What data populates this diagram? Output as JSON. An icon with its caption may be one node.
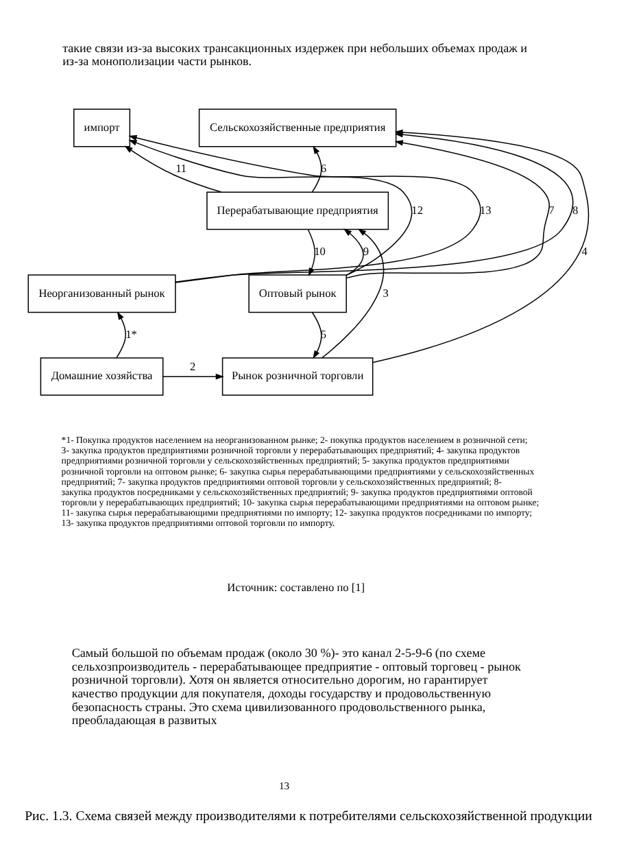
{
  "diagram": {
    "caption": "Рис. 1.3. Схема связей между производителями к потребителями сельскохозяйственной продукции",
    "nodes": [
      {
        "text": [
          "Сельскохозяйственные предприятия"
        ]
      },
      {
        "text": [
          "импорт"
        ]
      },
      {
        "text": [
          "Перерабатывающие предприятия"
        ]
      },
      {
        "text": [
          "Оптовый рынок"
        ]
      },
      {
        "text": [
          "Неорганизованный рынок"
        ]
      },
      {
        "text": [
          "Рынок розничной торговли"
        ]
      },
      {
        "text": [
          "Домашние хозяйства"
        ]
      }
    ],
    "edges": [
      {
        "from": 6,
        "to": 4,
        "arrow": "to",
        "label": "1*"
      },
      {
        "from": 6,
        "to": 5,
        "arrow": "to",
        "label": "2"
      },
      {
        "from": 5,
        "to": 2,
        "arrow": "to",
        "label": "3"
      },
      {
        "from": 5,
        "to": 0,
        "arrow": "to",
        "label": "4"
      },
      {
        "from": 3,
        "to": 5,
        "arrow": "to",
        "label": "5"
      },
      {
        "from": 2,
        "to": 0,
        "arrow": "to",
        "label": "6"
      },
      {
        "from": 3,
        "to": 0,
        "arrow": "to",
        "label": "7"
      },
      {
        "from": 4,
        "to": 0,
        "arrow": "to",
        "label": "8"
      },
      {
        "from": 3,
        "to": 2,
        "arrow": "to",
        "label": "9"
      },
      {
        "from": 2,
        "to": 3,
        "arrow": "to",
        "label": "10"
      },
      {
        "from": 2,
        "to": 1,
        "arrow": "to",
        "label": "11"
      },
      {
        "from": 3,
        "to": 1,
        "arrow": "to",
        "label": "12"
      },
      {
        "from": 4,
        "to": 1,
        "arrow": "to",
        "label": "13"
      }
    ],
    "labels": [
      "такие связи из-за высоких трансакционных издержек при небольших объемах продаж и из-за монополизации части рынков.",
      "*1- Покупка продуктов населением на неорганизованном рынке; 2- покупка продуктов населением в розничной сети; 3- закупка продуктов предприятиями розничной торговли у перерабатывающих предприятий; 4- закупка продуктов предприятиями розничной торговли у сельскохозяйственных предприятий; 5- закупка продуктов предприятиями розничной торговли на оптовом рынке; 6- закупка сырья перерабатывающими предприятиями у сельскохозяйственных предприятий; 7- закупка продуктов предприятиями оптовой торговли у сельскохозяйственных предприятий; 8- закупка продуктов посредниками у сельскохозяйственных предприятий; 9- закупка продуктов предприятиями оптовой торговли у перерабатывающих предприятий; 10- закупка сырья перерабатывающими предприятиями на оптовом рынке; 11- закупка сырья перерабатывающими предприятиями по импорту; 12- закупка продуктов посредниками по импорту; 13- закупка продуктов предприятиями оптовой торговли по импорту.",
      "Источник: составлено по [1]",
      "Самый большой по объемам продаж (около 30 %)- это канал 2-5-9-6 (по схеме сельхозпроизводитель - перерабатывающее предприятие - оптовый торговец - рынок розничной торговли). Хотя он является относительно дорогим, но гарантирует качество продукции для покупателя, доходы государству и продовольственную безопасность страны. Это схема цивилизованного продовольственного рынка, преобладающая в развитых",
      "13"
    ]
  }
}
